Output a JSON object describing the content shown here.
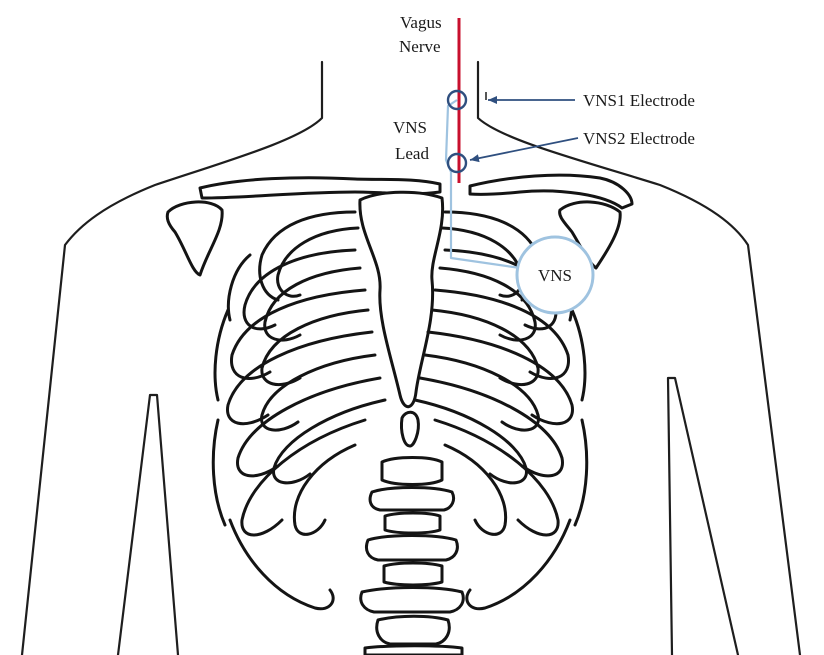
{
  "labels": {
    "vagus_line1": "Vagus",
    "vagus_line2": "Nerve",
    "vns1_electrode": "VNS1 Electrode",
    "vns2_electrode": "VNS2 Electrode",
    "lead_line1": "VNS",
    "lead_line2": "Lead",
    "device": "VNS"
  },
  "colors": {
    "nerve": "#c8102e",
    "lead": "#9fc3e0",
    "electrode": "#2f4f7f",
    "arrow": "#2f4f7f",
    "device_border": "#9fc3e0",
    "outline": "#1e1e1e"
  }
}
